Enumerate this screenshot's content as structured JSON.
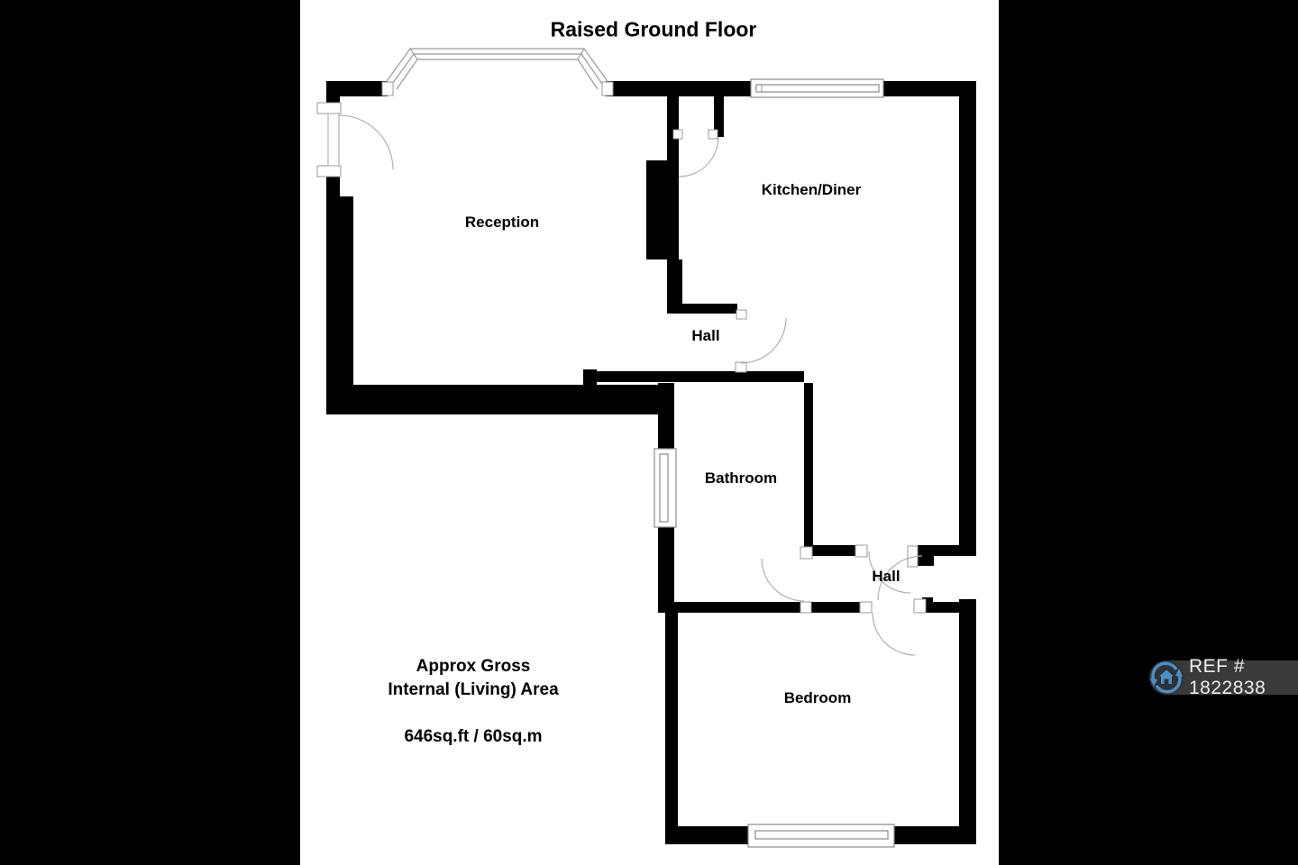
{
  "title": "Raised Ground Floor",
  "rooms": {
    "reception": "Reception",
    "kitchen_diner": "Kitchen/Diner",
    "hall_upper": "Hall",
    "bathroom": "Bathroom",
    "hall_lower": "Hall",
    "bedroom": "Bedroom"
  },
  "area_note": {
    "line1": "Approx Gross",
    "line2": "Internal (Living) Area",
    "value": "646sq.ft / 60sq.m"
  },
  "ref_badge": {
    "label": "REF # 1822838",
    "icon": "house-sync-icon",
    "background": "#3a3a3c",
    "icon_color": "#4a90c9",
    "text_color": "#eeeeee"
  },
  "colors": {
    "wall": "#000000",
    "canvas": "#ffffff",
    "letterbox": "#000000",
    "thin_line": "#9a9a9a"
  }
}
